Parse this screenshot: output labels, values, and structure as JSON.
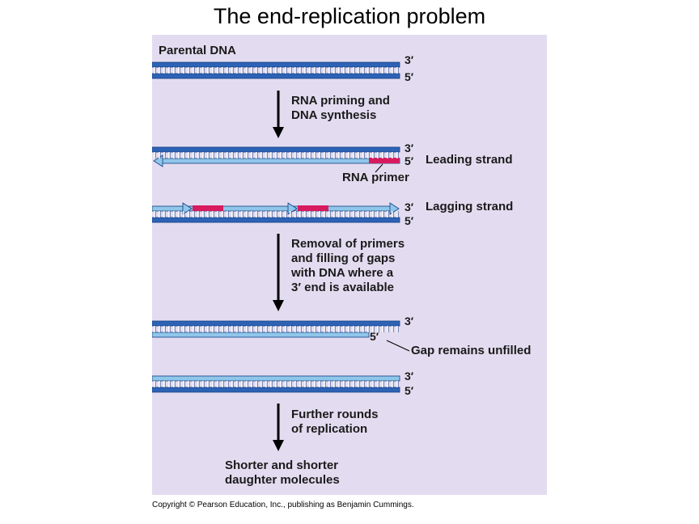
{
  "title": "The end-replication problem",
  "labels": {
    "parental_dna": "Parental DNA",
    "step1": "RNA priming and\nDNA synthesis",
    "leading_strand": "Leading strand",
    "rna_primer": "RNA primer",
    "lagging_strand": "Lagging strand",
    "step2": "Removal of primers\nand filling of gaps\nwith DNA where a\n3′ end is available",
    "gap": "Gap remains unfilled",
    "step3": "Further rounds\nof replication",
    "result": "Shorter and shorter\ndaughter molecules"
  },
  "ends": {
    "three": "3′",
    "five": "5′"
  },
  "copyright": "Copyright © Pearson Education, Inc., publishing as Benjamin Cummings.",
  "colors": {
    "panel": "#e3dcf0",
    "parental_strand": "#2d63b6",
    "new_strand": "#8fc6ea",
    "primer": "#d81b5f",
    "arrow": "#000000"
  }
}
